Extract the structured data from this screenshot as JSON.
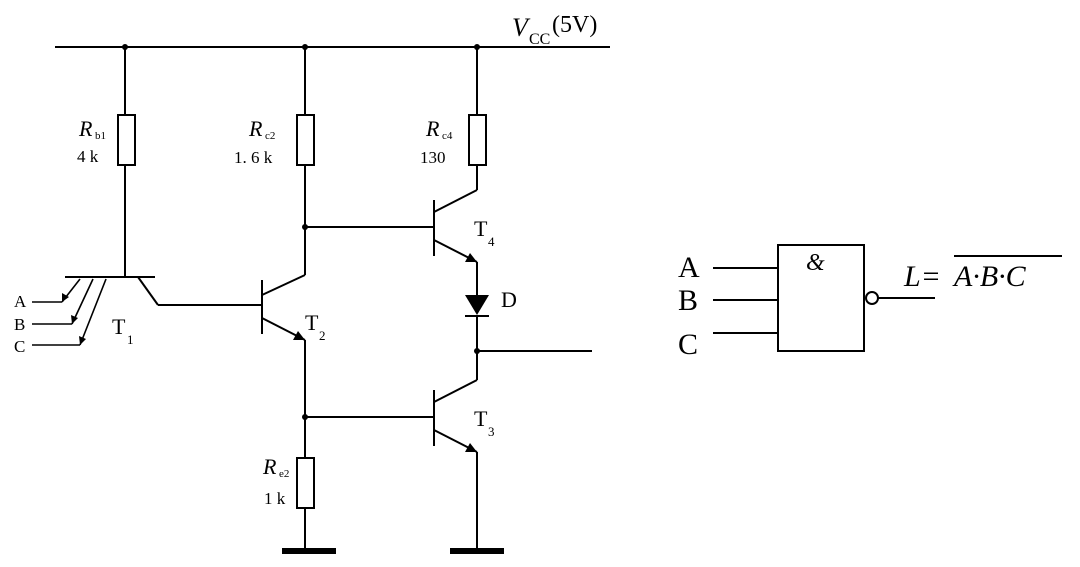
{
  "supply": {
    "symbol": "V",
    "sub": "CC",
    "value": "(5V)"
  },
  "resistors": {
    "rb1": {
      "symbol": "R",
      "sub": "b1",
      "value": "4 k"
    },
    "rc2": {
      "symbol": "R",
      "sub": "c2",
      "value": "1. 6 k"
    },
    "rc4": {
      "symbol": "R",
      "sub": "c4",
      "value": "130"
    },
    "re2": {
      "symbol": "R",
      "sub": "e2",
      "value": "1 k"
    }
  },
  "transistors": {
    "t1": {
      "symbol": "T",
      "sub": "1"
    },
    "t2": {
      "symbol": "T",
      "sub": "2"
    },
    "t3": {
      "symbol": "T",
      "sub": "3"
    },
    "t4": {
      "symbol": "T",
      "sub": "4"
    }
  },
  "diode": {
    "label": "D"
  },
  "circuit_inputs": [
    "A",
    "B",
    "C"
  ],
  "gate": {
    "symbol": "&",
    "inputs": [
      "A",
      "B",
      "C"
    ],
    "output_expr_lhs": "L=",
    "output_expr_rhs": "A·B·C"
  }
}
